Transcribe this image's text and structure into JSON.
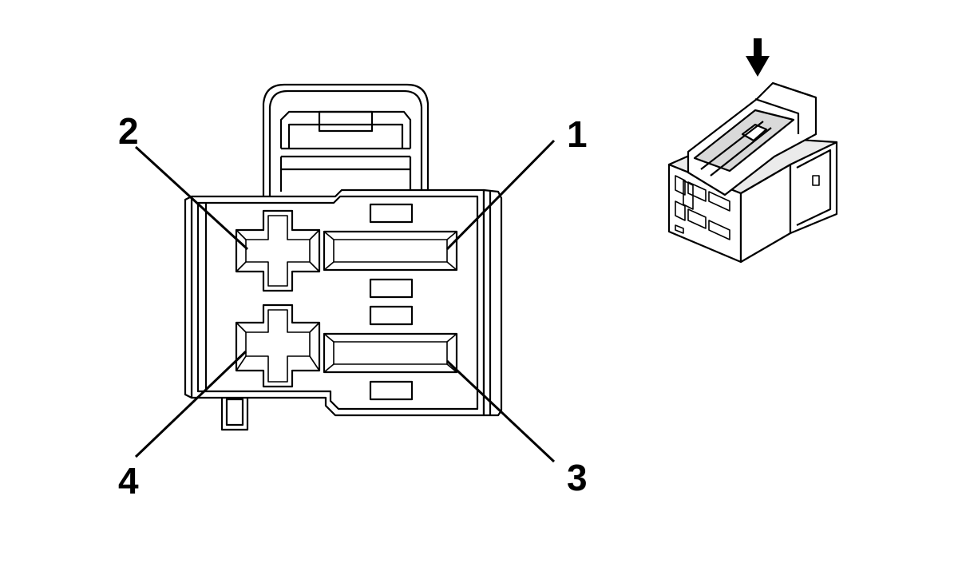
{
  "pins": [
    {
      "id": "1",
      "label": "1"
    },
    {
      "id": "2",
      "label": "2"
    },
    {
      "id": "3",
      "label": "3"
    },
    {
      "id": "4",
      "label": "4"
    }
  ],
  "colors": {
    "stroke": "#000000",
    "background": "#ffffff",
    "iso_shade": "#d9d9d9"
  },
  "icons": {
    "arrow": "down-arrow-icon"
  }
}
